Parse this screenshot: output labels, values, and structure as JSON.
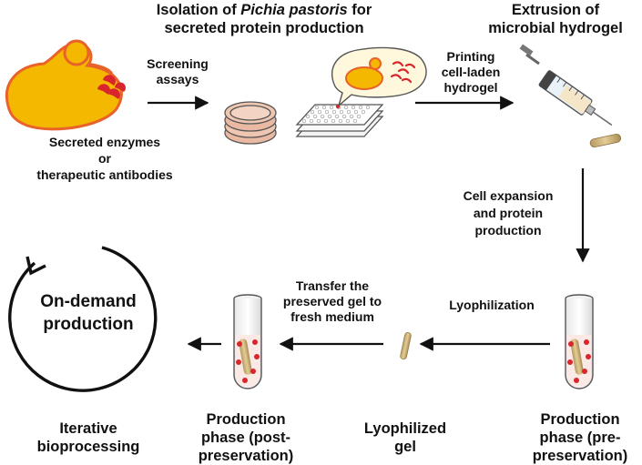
{
  "title": {
    "isolation_pre": "Isolation of ",
    "isolation_species": "Pichia pastoris",
    "isolation_post": " for",
    "isolation_line2": "secreted protein production",
    "extrusion_line1": "Extrusion of",
    "extrusion_line2": "microbial hydrogel"
  },
  "labels": {
    "screening_line1": "Screening",
    "screening_line2": "assays",
    "secreted_line1": "Secreted enzymes",
    "secreted_line2": "or",
    "secreted_line3": "therapeutic antibodies",
    "printing_line1": "Printing",
    "printing_line2": "cell-laden",
    "printing_line3": "hydrogel",
    "expansion_line1": "Cell expansion",
    "expansion_line2": "and protein",
    "expansion_line3": "production",
    "lyophilization": "Lyophilization",
    "transfer_line1": "Transfer the",
    "transfer_line2": "preserved gel to",
    "transfer_line3": "fresh medium",
    "ondemand_line1": "On-demand",
    "ondemand_line2": "production",
    "iterative_line1": "Iterative",
    "iterative_line2": "bioprocessing",
    "postpres_line1": "Production",
    "postpres_line2": "phase (post-",
    "postpres_line3": "preservation)",
    "lyogel_line1": "Lyophilized",
    "lyogel_line2": "gel",
    "prepres_line1": "Production",
    "prepres_line2": "phase (pre-",
    "prepres_line3": "preservation)"
  },
  "colors": {
    "yeast_fill": "#f5b800",
    "yeast_outline": "#e8622a",
    "protein_red": "#d8262c",
    "dish_fill": "#e9b9a3",
    "gel_fill": "#d8c08a"
  }
}
